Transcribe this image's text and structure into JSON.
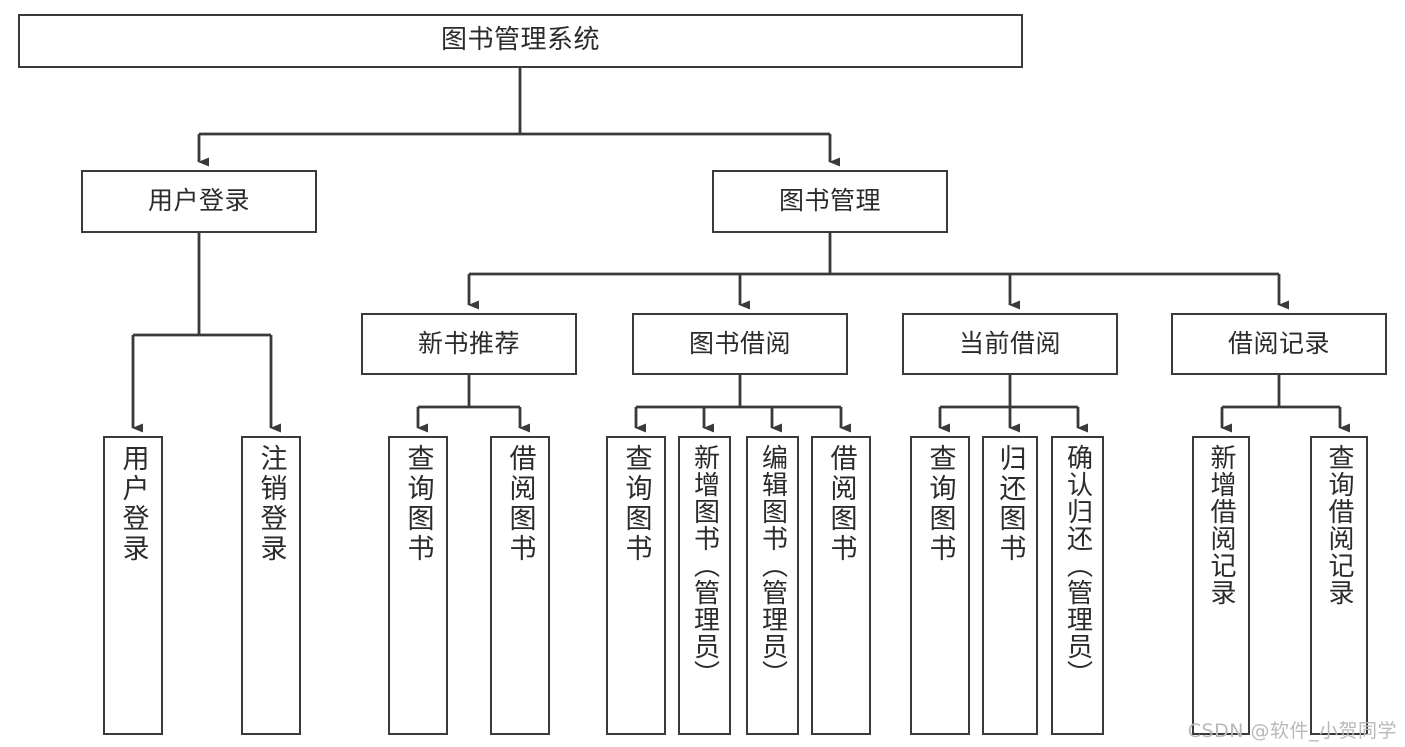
{
  "diagram": {
    "type": "tree",
    "title": "图书管理系统",
    "watermark": "CSDN @软件_小贺同学",
    "colors": {
      "box_border": "#3a3a3a",
      "box_fill": "#ffffff",
      "edge": "#3a3a3a",
      "text": "#2b2b2b",
      "watermark": "#b9b9b9"
    },
    "nodes": {
      "root": {
        "label": "图书管理系统"
      },
      "level2": [
        {
          "id": "user-login",
          "label": "用户登录"
        },
        {
          "id": "book-manage",
          "label": "图书管理"
        }
      ],
      "level3": [
        {
          "id": "new-book-rec",
          "label": "新书推荐"
        },
        {
          "id": "book-borrow",
          "label": "图书借阅"
        },
        {
          "id": "current-borrow",
          "label": "当前借阅"
        },
        {
          "id": "borrow-record",
          "label": "借阅记录"
        }
      ],
      "leaves": {
        "user_login": [
          {
            "id": "leaf-user-login",
            "label": "用户登录"
          },
          {
            "id": "leaf-logout-login",
            "label": "注销登录"
          }
        ],
        "new_book_rec": [
          {
            "id": "leaf-query-book-1",
            "label": "查询图书"
          },
          {
            "id": "leaf-borrow-book-1",
            "label": "借阅图书"
          }
        ],
        "book_borrow": [
          {
            "id": "leaf-query-book-2",
            "label": "查询图书"
          },
          {
            "id": "leaf-add-book",
            "label": "新增图书（管理员）"
          },
          {
            "id": "leaf-edit-book",
            "label": "编辑图书（管理员）"
          },
          {
            "id": "leaf-borrow-book-2",
            "label": "借阅图书"
          }
        ],
        "current_borrow": [
          {
            "id": "leaf-query-book-3",
            "label": "查询图书"
          },
          {
            "id": "leaf-return-book",
            "label": "归还图书"
          },
          {
            "id": "leaf-confirm-return",
            "label": "确认归还（管理员）"
          }
        ],
        "borrow_record": [
          {
            "id": "leaf-add-record",
            "label": "新增借阅记录"
          },
          {
            "id": "leaf-query-record",
            "label": "查询借阅记录"
          }
        ]
      }
    }
  }
}
